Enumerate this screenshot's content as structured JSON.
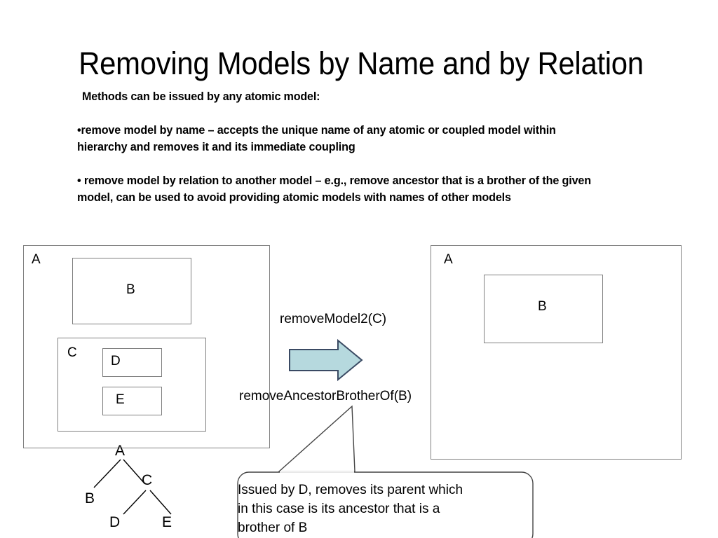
{
  "slide": {
    "title": "Removing Models by Name and by Relation",
    "lead_line": "Methods can be issued by any atomic model:",
    "paragraphs": [
      "•remove model by name – accepts the unique name of any atomic or coupled model within hierarchy and removes it and its immediate coupling",
      "• remove model by relation to another model – e.g., remove ancestor that is a  brother of the given model, can be used to avoid providing atomic models with names of other models"
    ]
  },
  "diagram_left": {
    "name": "before-state",
    "boxes": [
      {
        "label": "A",
        "role": "coupled-model-root"
      },
      {
        "label": "B",
        "role": "atomic-model"
      },
      {
        "label": "C",
        "role": "coupled-model"
      },
      {
        "label": "D",
        "role": "atomic-model"
      },
      {
        "label": "E",
        "role": "atomic-model"
      }
    ]
  },
  "diagram_right": {
    "name": "after-state",
    "boxes": [
      {
        "label": "A",
        "role": "coupled-model-root"
      },
      {
        "label": "B",
        "role": "atomic-model"
      }
    ]
  },
  "operations": {
    "arrow_icon": "right-arrow-icon",
    "above_label": "removeModel2(C)",
    "below_label": "removeAncestorBrotherOf(B)"
  },
  "tree": {
    "nodes": [
      {
        "id": "A",
        "label": "A"
      },
      {
        "id": "B",
        "label": "B"
      },
      {
        "id": "C",
        "label": "C"
      },
      {
        "id": "D",
        "label": "D"
      },
      {
        "id": "E",
        "label": "E"
      }
    ],
    "edges": [
      {
        "from": "A",
        "to": "B"
      },
      {
        "from": "A",
        "to": "C"
      },
      {
        "from": "C",
        "to": "D"
      },
      {
        "from": "C",
        "to": "E"
      }
    ]
  },
  "callout": {
    "text": "Issued by D, removes its parent which\nin this case is its ancestor that is a\nbrother of B"
  },
  "colors": {
    "background": "#ffffff",
    "text": "#000000",
    "box_border": "#808080",
    "arrow_fill": "#b6d9de",
    "arrow_stroke": "#3a4a63",
    "callout_border": "#444444"
  }
}
